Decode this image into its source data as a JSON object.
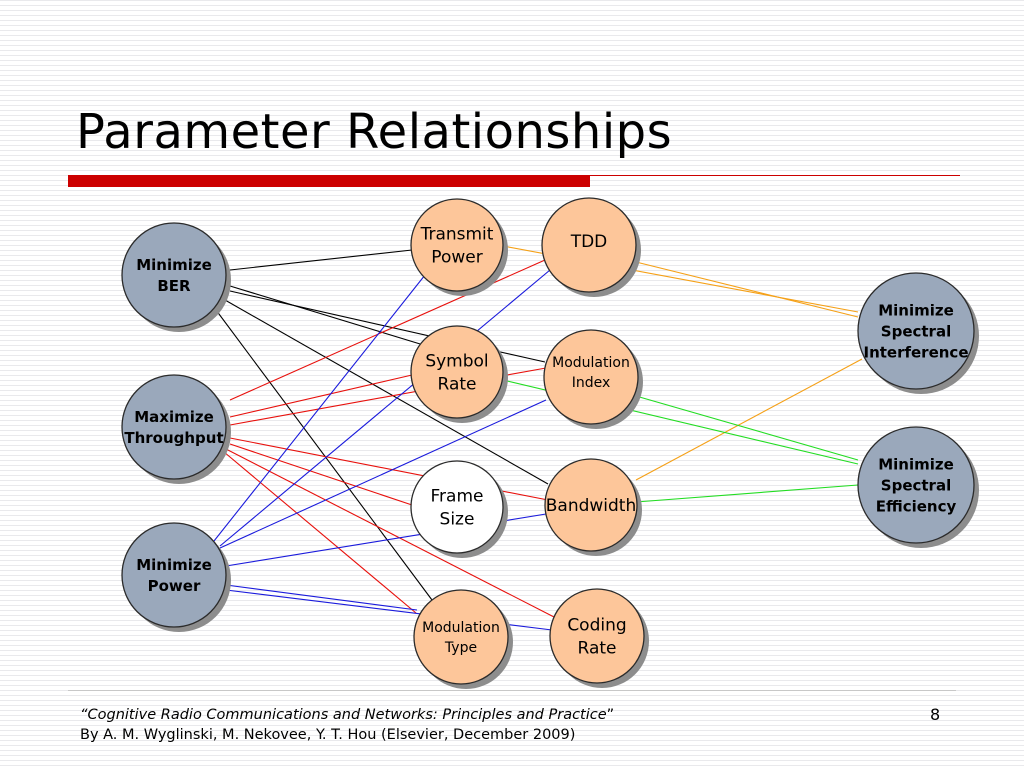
{
  "slide": {
    "title": "Parameter Relationships",
    "page_number": "8",
    "citation": {
      "open_quote": "“",
      "book_title": "Cognitive Radio Communications and Networks: Principles and Practice",
      "close_quote": "”",
      "authors": "By A. M. Wyglinski, M. Nekovee, Y. T. Hou (Elsevier, December 2009)"
    }
  },
  "colors": {
    "title_bar": "#cc0000",
    "thin_rule": "#cc0000",
    "objective_fill": "#9aa8bb",
    "parameter_fill": "#fdc69a",
    "unused_fill": "#ffffff",
    "node_border": "#2b2b2b",
    "shadow": "#8d8d8d"
  },
  "diagram": {
    "objectives": [
      {
        "id": "minimize-ber",
        "lines": [
          "Minimize",
          "BER"
        ]
      },
      {
        "id": "maximize-throughput",
        "lines": [
          "Maximize",
          "Throughput"
        ]
      },
      {
        "id": "minimize-power",
        "lines": [
          "Minimize",
          "Power"
        ]
      },
      {
        "id": "minimize-spectral-interference",
        "lines": [
          "Minimize",
          "Spectral",
          "Interference"
        ]
      },
      {
        "id": "minimize-spectral-efficiency",
        "lines": [
          "Minimize",
          "Spectral",
          "Efficiency"
        ]
      }
    ],
    "parameters": [
      {
        "id": "transmit-power",
        "lines": [
          "Transmit",
          "Power"
        ],
        "style": "parameter"
      },
      {
        "id": "tdd",
        "lines": [
          "TDD"
        ],
        "style": "parameter"
      },
      {
        "id": "symbol-rate",
        "lines": [
          "Symbol",
          "Rate"
        ],
        "style": "parameter"
      },
      {
        "id": "modulation-index",
        "lines": [
          "Modulation",
          "Index"
        ],
        "style": "parameter"
      },
      {
        "id": "frame-size",
        "lines": [
          "Frame",
          "Size"
        ],
        "style": "unused"
      },
      {
        "id": "bandwidth",
        "lines": [
          "Bandwidth"
        ],
        "style": "parameter"
      },
      {
        "id": "modulation-type",
        "lines": [
          "Modulation",
          "Type"
        ],
        "style": "parameter"
      },
      {
        "id": "coding-rate",
        "lines": [
          "Coding",
          "Rate"
        ],
        "style": "parameter"
      }
    ],
    "relationships": [
      {
        "from": "minimize-ber",
        "to": "transmit-power",
        "color": "#000000"
      },
      {
        "from": "minimize-ber",
        "to": "symbol-rate",
        "color": "#000000"
      },
      {
        "from": "minimize-ber",
        "to": "modulation-index",
        "color": "#000000"
      },
      {
        "from": "minimize-ber",
        "to": "bandwidth",
        "color": "#000000"
      },
      {
        "from": "minimize-ber",
        "to": "modulation-type",
        "color": "#000000"
      },
      {
        "from": "maximize-throughput",
        "to": "tdd",
        "color": "#e8100c"
      },
      {
        "from": "maximize-throughput",
        "to": "symbol-rate",
        "color": "#e8100c"
      },
      {
        "from": "maximize-throughput",
        "to": "modulation-index",
        "color": "#e8100c"
      },
      {
        "from": "maximize-throughput",
        "to": "bandwidth",
        "color": "#e8100c"
      },
      {
        "from": "maximize-throughput",
        "to": "frame-size",
        "color": "#e8100c"
      },
      {
        "from": "maximize-throughput",
        "to": "modulation-type",
        "color": "#e8100c"
      },
      {
        "from": "maximize-throughput",
        "to": "coding-rate",
        "color": "#e8100c"
      },
      {
        "from": "minimize-power",
        "to": "transmit-power",
        "color": "#1a1adc"
      },
      {
        "from": "minimize-power",
        "to": "tdd",
        "color": "#1a1adc"
      },
      {
        "from": "minimize-power",
        "to": "modulation-index",
        "color": "#1a1adc"
      },
      {
        "from": "minimize-power",
        "to": "bandwidth",
        "color": "#1a1adc"
      },
      {
        "from": "minimize-power",
        "to": "modulation-type",
        "color": "#1a1adc"
      },
      {
        "from": "minimize-power",
        "to": "coding-rate",
        "color": "#1a1adc"
      },
      {
        "from": "transmit-power",
        "to": "minimize-spectral-interference",
        "color": "#f5a016"
      },
      {
        "from": "tdd",
        "to": "minimize-spectral-interference",
        "color": "#f5a016"
      },
      {
        "from": "bandwidth",
        "to": "minimize-spectral-interference",
        "color": "#f5a016"
      },
      {
        "from": "symbol-rate",
        "to": "minimize-spectral-efficiency",
        "color": "#22dd22"
      },
      {
        "from": "modulation-index",
        "to": "minimize-spectral-efficiency",
        "color": "#22dd22"
      },
      {
        "from": "bandwidth",
        "to": "minimize-spectral-efficiency",
        "color": "#22dd22"
      }
    ]
  }
}
